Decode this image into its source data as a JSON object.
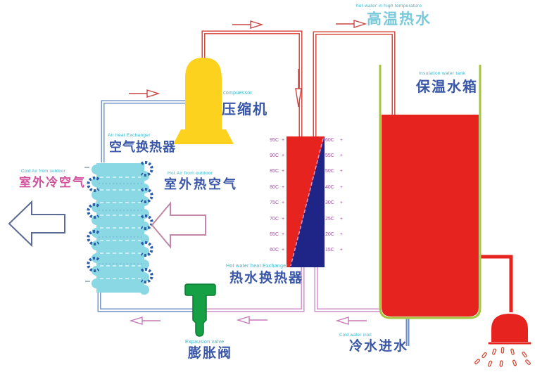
{
  "labels": {
    "high_temp_hot_water": {
      "en": "hot water in high temperature",
      "zh": "高温热水"
    },
    "insulation_tank": {
      "en": "Insulation water tank",
      "zh": "保温水箱"
    },
    "compressor": {
      "en": "compuessor",
      "zh": "压缩机"
    },
    "air_heat_exchanger": {
      "en": "Air heat Exchanger",
      "zh": "空气换热器"
    },
    "cold_air": {
      "en": "Cold Air from outdoor",
      "zh": "室外冷空气"
    },
    "hot_air": {
      "en": "Hot Air from outdoor",
      "zh": "室外热空气"
    },
    "hot_water_hx": {
      "en": "Hot water heat Exchanger",
      "zh": "热水换热器"
    },
    "expansion_valve": {
      "en": "Expausion valve",
      "zh": "膨胀阀"
    },
    "cold_water_inlet": {
      "en": "Cold water inlet",
      "zh": "冷水进水"
    }
  },
  "hx": {
    "left_temps": [
      "95C",
      "90C",
      "85C",
      "80C",
      "75C",
      "70C",
      "65C",
      "60C"
    ],
    "right_temps": [
      "60C",
      "55C",
      "50C",
      "40C",
      "30C",
      "25C",
      "20C",
      "15C"
    ],
    "tick": "+"
  },
  "colors": {
    "hot_red": "#e7231f",
    "hx_blue": "#1f2587",
    "tank_wall_green": "#a6c43d",
    "compressor_yellow": "#fdd21f",
    "coil_cyan": "#8ad8e4",
    "coil_ring_blue": "#2a5caa",
    "valve_green": "#15a046",
    "pipe_red": "#d5392e",
    "pipe_blue": "#6a8cc2",
    "pipe_pink": "#cf8ac4",
    "label_blue": "#3a57a7",
    "label_teal": "#35b4c8",
    "label_pink": "#d0509c",
    "temp_purple": "#9d4f9d"
  }
}
